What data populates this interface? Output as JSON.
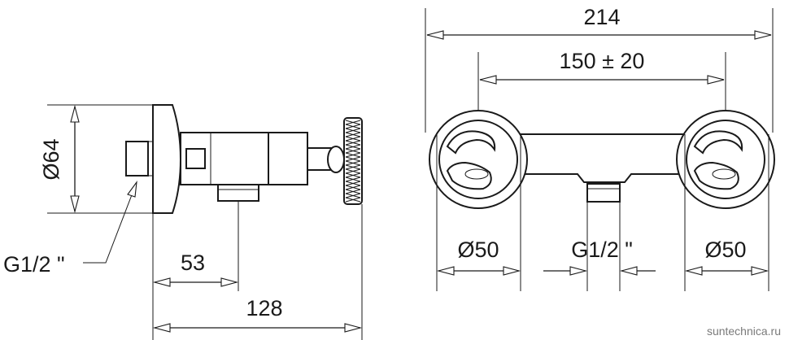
{
  "dimensions": {
    "overall_width": "214",
    "center_distance": "150 ± 20",
    "left_diameter": "Ø50",
    "inlet_thread": "G1/2 \"",
    "right_diameter": "Ø50",
    "side_diameter": "Ø64",
    "side_thread": "G1/2 \"",
    "outlet_offset": "53",
    "depth": "128"
  },
  "watermark": "suntechnica.ru",
  "colors": {
    "line": "#1a1a1a",
    "background": "#ffffff"
  }
}
